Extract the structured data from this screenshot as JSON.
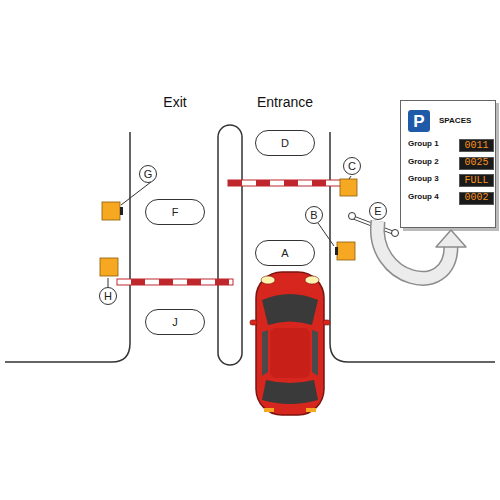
{
  "diagram": {
    "nodes": [
      {
        "text": [
          "SPACES"
        ]
      },
      {
        "text": [
          "P"
        ],
        "in": 0
      },
      {
        "text": [
          "0011"
        ],
        "in": 0
      },
      {
        "text": [
          "0025"
        ],
        "in": 0
      },
      {
        "text": [
          "FULL"
        ],
        "in": 0
      },
      {
        "text": [
          "0002"
        ],
        "in": 0
      },
      {
        "text": [
          "D"
        ]
      },
      {
        "text": [
          "C"
        ]
      },
      {
        "text": [
          "G"
        ]
      },
      {
        "text": [
          "F"
        ]
      },
      {
        "text": [
          "E"
        ]
      },
      {
        "text": [
          "B"
        ]
      },
      {
        "text": [
          "A"
        ]
      },
      {
        "text": [
          "H"
        ]
      },
      {
        "text": [
          "J"
        ]
      }
    ],
    "edges": [
      {
        "from": 10,
        "to": 0,
        "arrow": "to"
      }
    ],
    "labels": [
      "Exit",
      "Entrance",
      "Group 1",
      "Group 2",
      "Group 3",
      "Group 4"
    ]
  }
}
